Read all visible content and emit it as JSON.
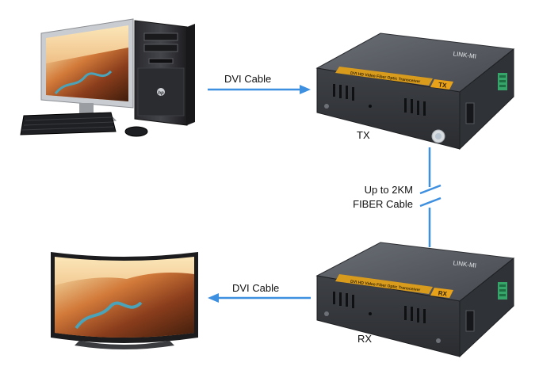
{
  "labels": {
    "dvi_top": "DVI Cable",
    "tx": "TX",
    "fiber_line1": "Up to 2KM",
    "fiber_line2": "FIBER Cable",
    "dvi_bottom": "DVI Cable",
    "rx": "RX"
  },
  "device_text": {
    "brand": "LINK-MI",
    "tx_badge": "TX",
    "rx_badge": "RX",
    "model_strip": "DVI HD Video Fiber Optic Transceiver",
    "pc_logo": "hp"
  },
  "icons": [
    "desktop-computer-icon",
    "curved-tv-icon",
    "tx-transceiver-icon",
    "rx-transceiver-icon"
  ],
  "colors": {
    "arrow": "#3d8fe0",
    "device_body": "#3a3d42",
    "device_top": "#5a5e64",
    "badge": "#e8a21a"
  }
}
